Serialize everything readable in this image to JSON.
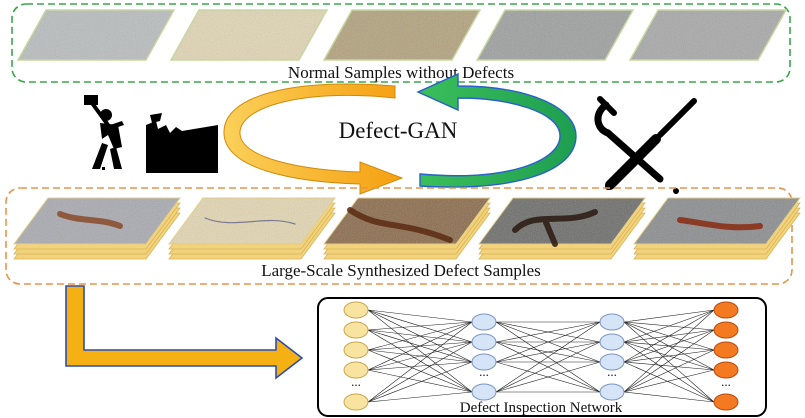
{
  "normal_panel": {
    "caption": "Normal Samples without Defects",
    "tiles": [
      {
        "base": "#b9bdbd",
        "speck": "#8f9494"
      },
      {
        "base": "#e2d6b4",
        "speck": "#c4b48b"
      },
      {
        "base": "#b2a27c",
        "speck": "#887653"
      },
      {
        "base": "#9da09f",
        "speck": "#6e7371"
      },
      {
        "base": "#a7a8a7",
        "speck": "#7f8180"
      }
    ],
    "border_color": "#3aa64a"
  },
  "gan": {
    "label": "Defect-GAN",
    "forward_arrow_color": "#f5b014",
    "backward_arrow_color": "#1aa14a",
    "backward_arrow_edge": "#2a5fd0"
  },
  "icons": {
    "left": "hammer-worker-icon",
    "right": "wrench-screwdriver-icon"
  },
  "defect_panel": {
    "caption": "Large-Scale Synthesized Defect Samples",
    "tiles": [
      {
        "base": "#a9aab0",
        "defect": "#8a4a2a"
      },
      {
        "base": "#e4d7b2",
        "defect": "#6a6a8a"
      },
      {
        "base": "#8a6a4a",
        "defect": "#5a2a12"
      },
      {
        "base": "#6c6c6a",
        "defect": "#2a1a10"
      },
      {
        "base": "#8a8c8e",
        "defect": "#8a2a12"
      }
    ],
    "border_color": "#e8944a",
    "stack_edge": "#f2d27a"
  },
  "network": {
    "caption": "Defect Inspection Network",
    "ellipsis": "...",
    "input_color": "#f9e3a0",
    "hidden_color": "#d6e4f8",
    "output_color": "#f47a22"
  },
  "flow_arrow": {
    "color": "#f5b014",
    "edge": "#2a4fb0"
  }
}
